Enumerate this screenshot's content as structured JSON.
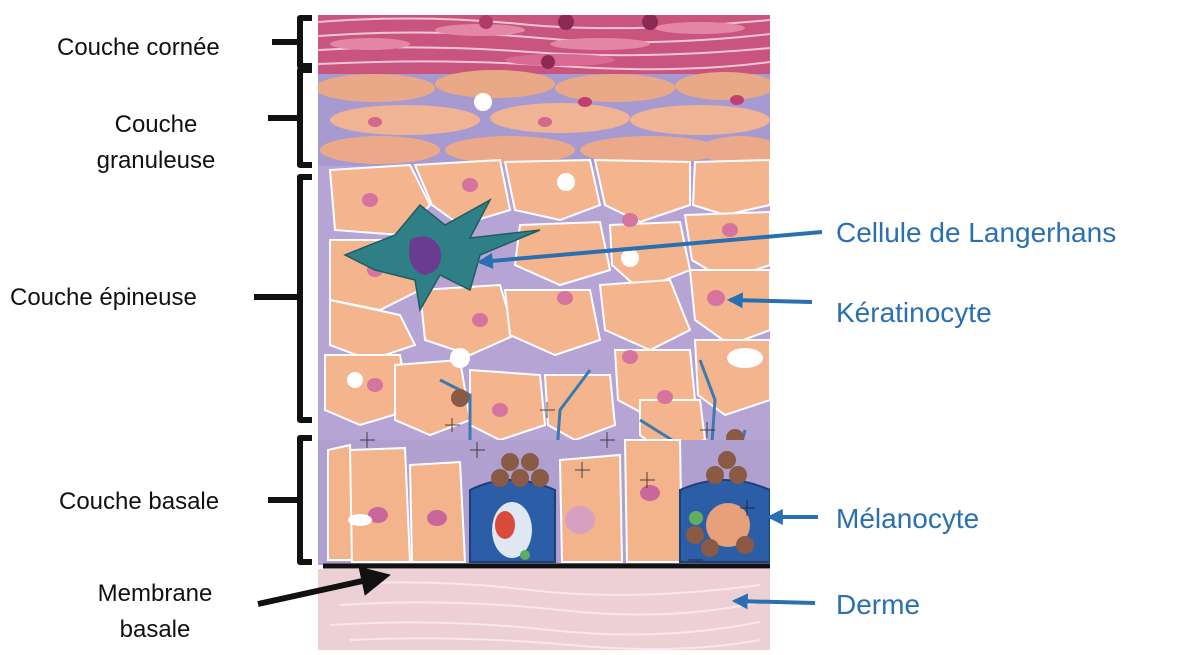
{
  "layers": {
    "cornee": "Couche cornée",
    "granuleuse_line1": "Couche",
    "granuleuse_line2": "granuleuse",
    "epineuse": "Couche épineuse",
    "basale": "Couche basale",
    "membrane_line1": "Membrane",
    "membrane_line2": "basale"
  },
  "cells": {
    "langerhans": "Cellule de Langerhans",
    "keratinocyte": "Kératinocyte",
    "melanocyte": "Mélanocyte",
    "derme": "Derme"
  },
  "colors": {
    "left_text": "#111111",
    "right_text": "#2a6fb0",
    "arrow_blue": "#2a6fb0",
    "cornee_band": "#c9547e",
    "granuleuse_band": "#e7a98c",
    "epineuse_cell": "#f4b58e",
    "basale_cell": "#f3b48c",
    "langerhans_cell": "#2f7f86",
    "melanocyte_cell": "#2c5ea8",
    "derme": "#ecd0d6"
  }
}
